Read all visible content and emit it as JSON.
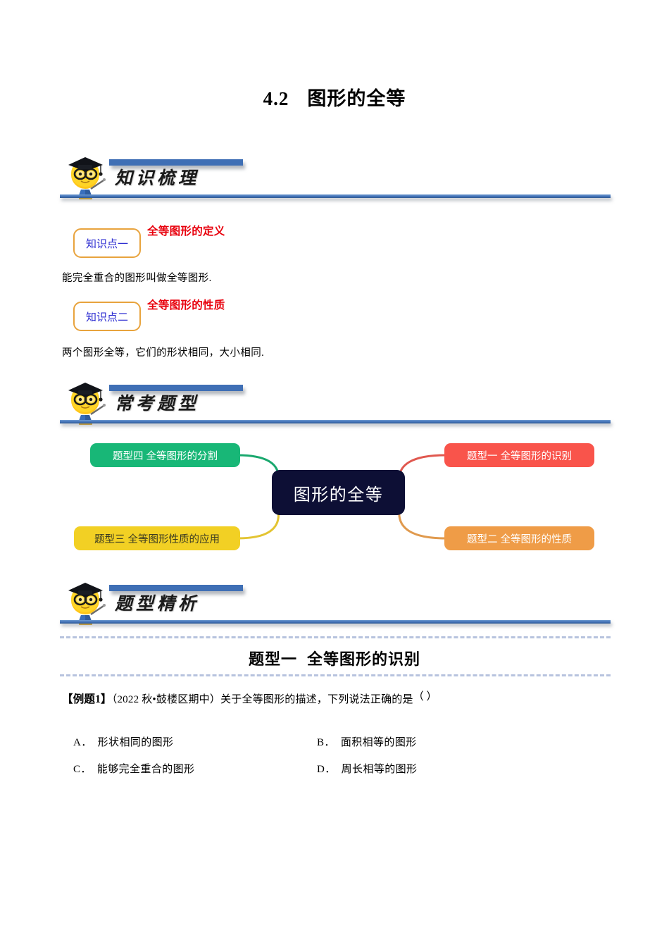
{
  "document": {
    "title_number": "4.2",
    "title_text": "图形的全等"
  },
  "sections": [
    {
      "id": "knowledge-review",
      "label": "知识梳理",
      "icon": "graduate-mascot-icon"
    },
    {
      "id": "common-question-types",
      "label": "常考题型",
      "icon": "graduate-mascot-icon"
    },
    {
      "id": "question-analysis",
      "label": "题型精析",
      "icon": "graduate-mascot-icon"
    }
  ],
  "knowledge_points": [
    {
      "badge": "知识点一",
      "heading": "全等图形的定义",
      "body": "能完全重合的图形叫做全等图形."
    },
    {
      "badge": "知识点二",
      "heading": "全等图形的性质",
      "body": "两个图形全等，它们的形状相同，大小相同."
    }
  ],
  "mindmap": {
    "center": "图形的全等",
    "center_color": "#0d0f35",
    "branches": [
      {
        "id": "topleft",
        "label": "题型四 全等图形的分割",
        "fill": "#18b777",
        "text": "#ffffff",
        "line": "#1aa86e"
      },
      {
        "id": "topright",
        "label": "题型一 全等图形的识别",
        "fill": "#f9544b",
        "text": "#ffffff",
        "line": "#e0584f"
      },
      {
        "id": "bottomleft",
        "label": "题型三 全等图形性质的应用",
        "fill": "#f2d024",
        "text": "#3b3b22",
        "line": "#e3c432"
      },
      {
        "id": "bottomright",
        "label": "题型二 全等图形的性质",
        "fill": "#ef9c47",
        "text": "#ffffff",
        "line": "#e09a4e"
      }
    ]
  },
  "question_type": {
    "number": "题型一",
    "name": "全等图形的识别"
  },
  "example": {
    "tag": "【例题1】",
    "source": "（2022 秋•鼓楼区期中）",
    "stem": "关于全等图形的描述，下列说法正确的是",
    "answer_parens": "（        ）",
    "options": [
      {
        "label": "A．",
        "text": "形状相同的图形"
      },
      {
        "label": "B．",
        "text": "面积相等的图形"
      },
      {
        "label": "C．",
        "text": "能够完全重合的图形"
      },
      {
        "label": "D．",
        "text": "周长相等的图形"
      }
    ]
  },
  "colors": {
    "banner_blue": "#3f6fb5",
    "badge_border_orange": "#E8A33D",
    "badge_text_blue": "#2a2ad0",
    "heading_red": "#e8000d",
    "dashed_divider": "#b7c3de"
  }
}
